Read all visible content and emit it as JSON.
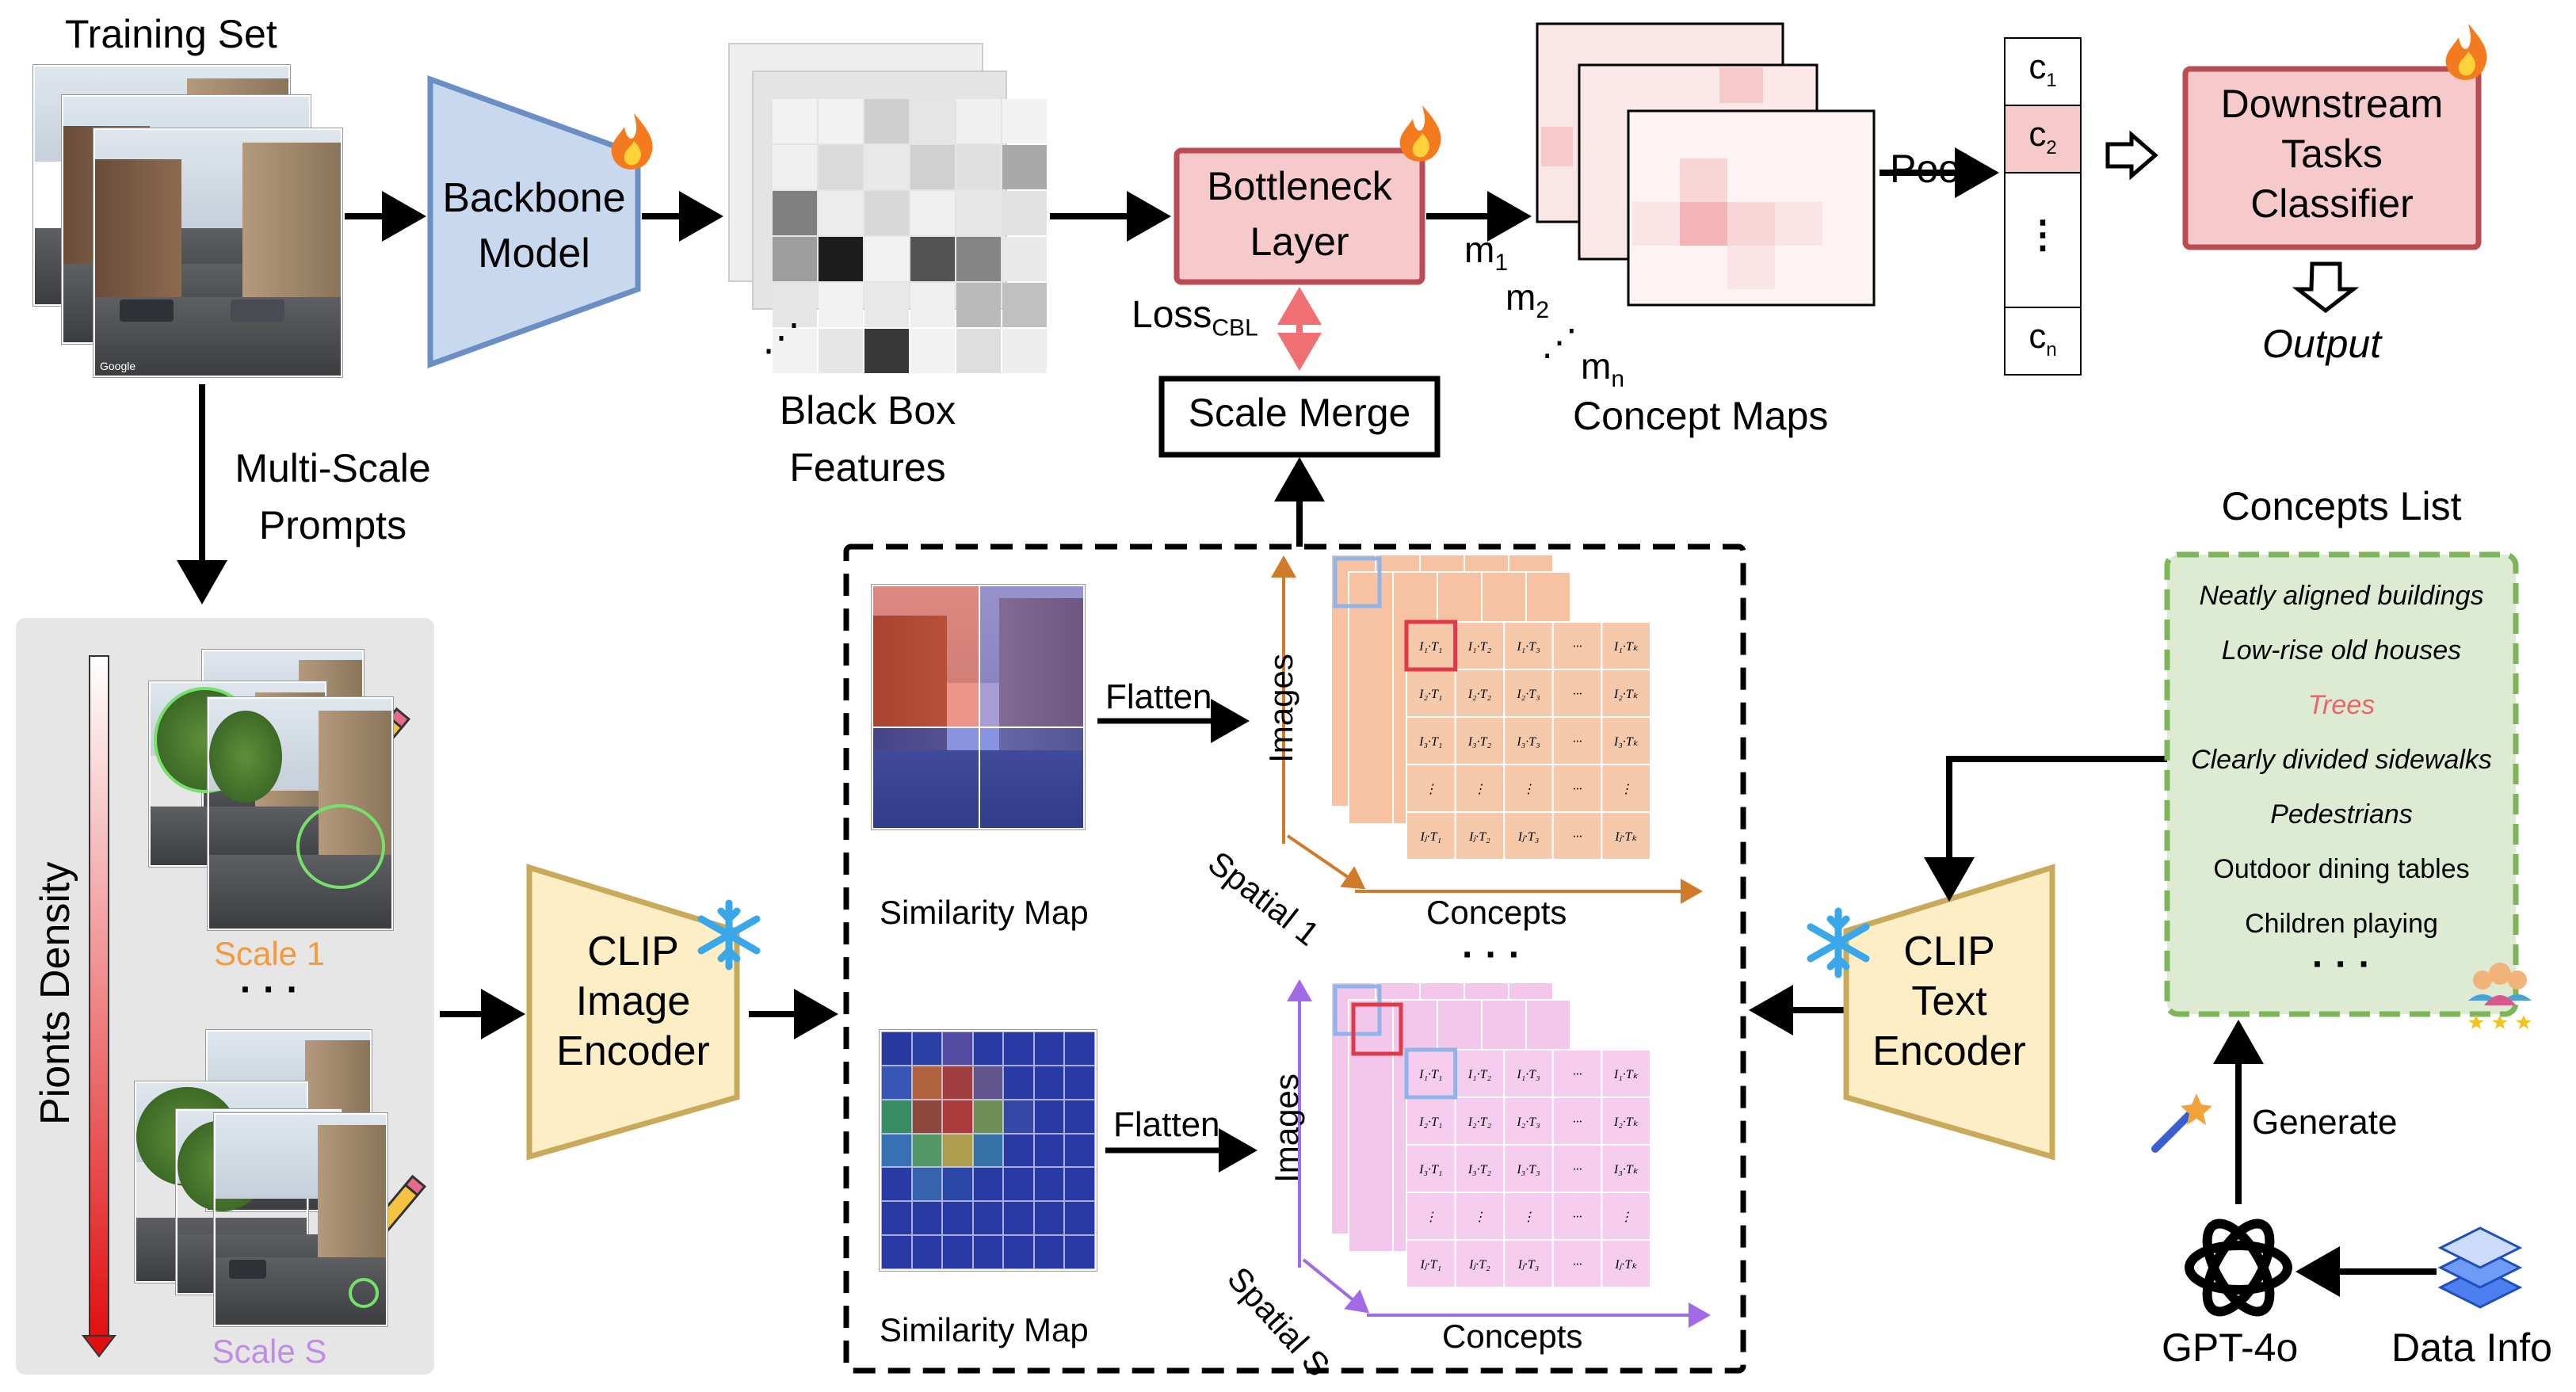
{
  "training": {
    "title": "Training Set",
    "prompts_line1": "Multi-Scale",
    "prompts_line2": "Prompts"
  },
  "backbone": {
    "line1": "Backbone",
    "line2": "Model"
  },
  "blackbox": {
    "line1": "Black Box",
    "line2": "Features",
    "dots": "⋰"
  },
  "bottleneck": {
    "line1": "Bottleneck",
    "line2": "Layer"
  },
  "loss": {
    "main": "Loss",
    "sub": "CBL"
  },
  "scale_merge": {
    "label": "Scale Merge"
  },
  "concept_maps": {
    "title": "Concept Maps",
    "m1": "m",
    "m1_sub": "1",
    "m2": "m",
    "m2_sub": "2",
    "mn": "m",
    "mn_sub": "n",
    "dots": "⋰"
  },
  "pool": {
    "label": "Pool"
  },
  "vector": {
    "c1": "c",
    "c1_sub": "1",
    "c2": "c",
    "c2_sub": "2",
    "cdots": "⋮",
    "cn": "c",
    "cn_sub": "n"
  },
  "downstream": {
    "line1": "Downstream",
    "line2": "Tasks",
    "line3": "Classifier",
    "output": "Output"
  },
  "density": {
    "label": "Pionts  Density",
    "scale1": "Scale 1",
    "dots": "· · ·",
    "scaleS": "Scale S"
  },
  "clip_image": {
    "line1": "CLIP",
    "line2": "Image",
    "line3": "Encoder"
  },
  "clip_text": {
    "line1": "CLIP",
    "line2": "Text",
    "line3": "Encoder"
  },
  "similarity": {
    "map_label": "Similarity Map",
    "flatten": "Flatten",
    "images": "Images",
    "concepts": "Concepts",
    "spatial1": "Spatial 1",
    "spatialS": "Spatial S",
    "between_dots": "· · ·",
    "matrix_cols": [
      "I₁·T₁",
      "I₁·T₂",
      "I₁·T₃",
      "···",
      "I₁·Tₖ"
    ],
    "matrix_rows": [
      [
        "I₁·T₁",
        "I₁·T₂",
        "I₁·T₃",
        "···",
        "I₁·Tₖ"
      ],
      [
        "I₂·T₁",
        "I₂·T₂",
        "I₂·T₃",
        "···",
        "I₂·Tₖ"
      ],
      [
        "I₃·T₁",
        "I₃·T₂",
        "I₃·T₃",
        "···",
        "I₃·Tₖ"
      ],
      [
        "⋮",
        "⋮",
        "⋮",
        "···",
        "⋮"
      ],
      [
        "Iⱼ·T₁",
        "Iⱼ·T₂",
        "Iⱼ·T₃",
        "···",
        "Iⱼ·Tₖ"
      ]
    ]
  },
  "concepts_list": {
    "title": "Concepts List",
    "items": [
      {
        "text": "Neatly aligned buildings",
        "italic": true,
        "color": "#000000"
      },
      {
        "text": "Low-rise old houses",
        "italic": true,
        "color": "#000000"
      },
      {
        "text": "Trees",
        "italic": true,
        "color": "#e8656a"
      },
      {
        "text": "Clearly divided sidewalks",
        "italic": true,
        "color": "#000000"
      },
      {
        "text": "Pedestrians",
        "italic": true,
        "color": "#000000"
      },
      {
        "text": "Outdoor dining tables",
        "italic": false,
        "color": "#000000"
      },
      {
        "text": "Children playing",
        "italic": false,
        "color": "#000000"
      }
    ],
    "dots": "· · ·"
  },
  "generate": {
    "label": "Generate"
  },
  "gpt": {
    "label": "GPT-4o"
  },
  "data_info": {
    "label": "Data Info"
  },
  "photo_tag": "Google",
  "colors": {
    "backbone_fill": "#c8d8ee",
    "backbone_stroke": "#6b8fc4",
    "bottleneck_fill": "#f6c9cb",
    "bottleneck_stroke": "#b94c55",
    "clip_fill": "#fdeec6",
    "clip_stroke": "#c9a95a",
    "scale1": "#f49a3b",
    "scaleS": "#c08de6",
    "spatial1_axis": "#d17a2a",
    "spatialS_axis": "#a36ae8",
    "concepts_fill": "#dcebd2",
    "concepts_stroke": "#7eb55a",
    "loss_arrow": "#ef6f73"
  }
}
